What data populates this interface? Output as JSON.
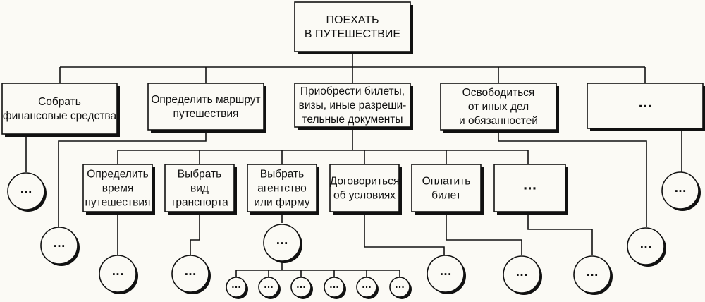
{
  "root": {
    "lines": [
      "ПОЕХАТЬ",
      "В ПУТЕШЕСТВИЕ"
    ]
  },
  "level1": [
    {
      "lines": [
        "Собрать",
        "финансовые средства"
      ]
    },
    {
      "lines": [
        "Определить маршрут",
        "путешествия"
      ]
    },
    {
      "lines": [
        "Приобрести билеты,",
        "визы, иные разреши-",
        "тельные документы"
      ]
    },
    {
      "lines": [
        "Освободиться",
        "от иных дел",
        "и обязанностей"
      ]
    },
    {
      "lines": [
        "..."
      ]
    }
  ],
  "level2": [
    {
      "lines": [
        "Определить",
        "время",
        "путешествия"
      ]
    },
    {
      "lines": [
        "Выбрать",
        "вид",
        "транспорта"
      ]
    },
    {
      "lines": [
        "Выбрать",
        "агентство",
        "или фирму"
      ]
    },
    {
      "lines": [
        "Договориться",
        "об условиях"
      ]
    },
    {
      "lines": [
        "Оплатить",
        "билет"
      ]
    },
    {
      "lines": [
        "..."
      ]
    }
  ],
  "ellipsis": "..."
}
